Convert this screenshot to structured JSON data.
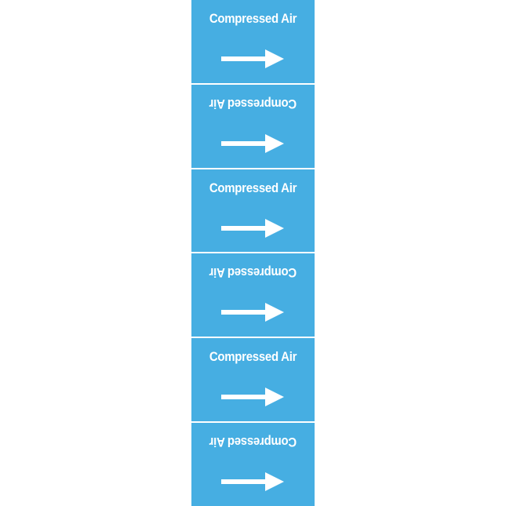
{
  "label": {
    "background_color": "#46aee2",
    "text_color": "#ffffff",
    "panels": [
      {
        "text": "Compressed Air",
        "orientation": "upright",
        "arrow": "right-arrow-icon"
      },
      {
        "text": "Compressed Air",
        "orientation": "upside-down",
        "arrow": "right-arrow-icon"
      },
      {
        "text": "Compressed Air",
        "orientation": "upright",
        "arrow": "right-arrow-icon"
      },
      {
        "text": "Compressed Air",
        "orientation": "upside-down",
        "arrow": "right-arrow-icon"
      },
      {
        "text": "Compressed Air",
        "orientation": "upright",
        "arrow": "right-arrow-icon"
      },
      {
        "text": "Compressed Air",
        "orientation": "upside-down",
        "arrow": "right-arrow-icon"
      }
    ]
  }
}
